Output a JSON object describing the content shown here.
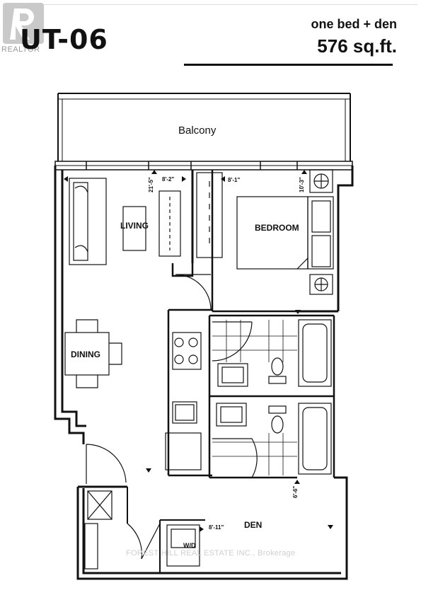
{
  "header": {
    "logo_text": "REALTOR",
    "plan_name": "UT-06",
    "bed_type": "one bed + den",
    "area": "576 sq.ft."
  },
  "rooms": {
    "balcony": "Balcony",
    "living": "LIVING",
    "bedroom": "BEDROOM",
    "dining": "DINING",
    "den": "DEN",
    "wd": "W/D"
  },
  "dimensions": {
    "living_length": "21'-5\"",
    "living_width": "8'-2\"",
    "bedroom_width": "8'-1\"",
    "bedroom_length": "10'-3\"",
    "den_length": "6'-6\"",
    "den_width": "8'-11\""
  },
  "watermark": "FOREST HILL REAL ESTATE INC., Brokerage"
}
